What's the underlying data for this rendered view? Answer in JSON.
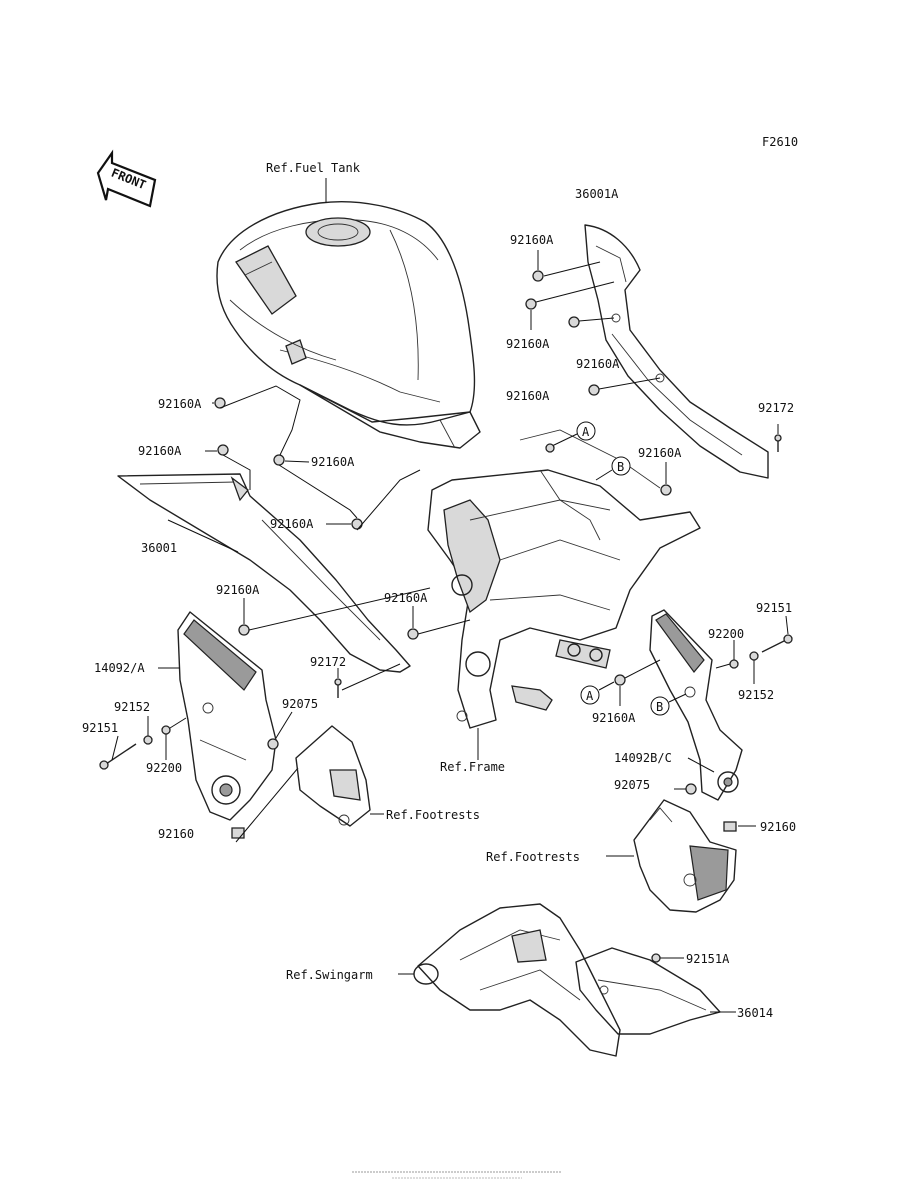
{
  "figure_id": "F2610",
  "front_label": "FRONT",
  "labels": {
    "ref_fuel_tank": "Ref.Fuel Tank",
    "ref_frame": "Ref.Frame",
    "ref_footrests_left": "Ref.Footrests",
    "ref_footrests_right": "Ref.Footrests",
    "ref_swingarm": "Ref.Swingarm",
    "p36001A": "36001A",
    "p36001": "36001",
    "p36014": "36014",
    "p92160A_1": "92160A",
    "p92160A_2": "92160A",
    "p92160A_3": "92160A",
    "p92160A_4": "92160A",
    "p92160A_5": "92160A",
    "p92160A_6": "92160A",
    "p92160A_7": "92160A",
    "p92160A_8": "92160A",
    "p92160A_9": "92160A",
    "p92160A_10": "92160A",
    "p92160A_11": "92160A",
    "p92172_1": "92172",
    "p92172_2": "92172",
    "p92151_1": "92151",
    "p92151_2": "92151",
    "p92151A": "92151A",
    "p92152_1": "92152",
    "p92152_2": "92152",
    "p92200_1": "92200",
    "p92200_2": "92200",
    "p14092A": "14092/A",
    "p14092BC": "14092B/C",
    "p92075_1": "92075",
    "p92075_2": "92075",
    "p92160_1": "92160",
    "p92160_2": "92160",
    "ref_A_1": "A",
    "ref_A_2": "A",
    "ref_B_1": "B",
    "ref_B_2": "B"
  }
}
